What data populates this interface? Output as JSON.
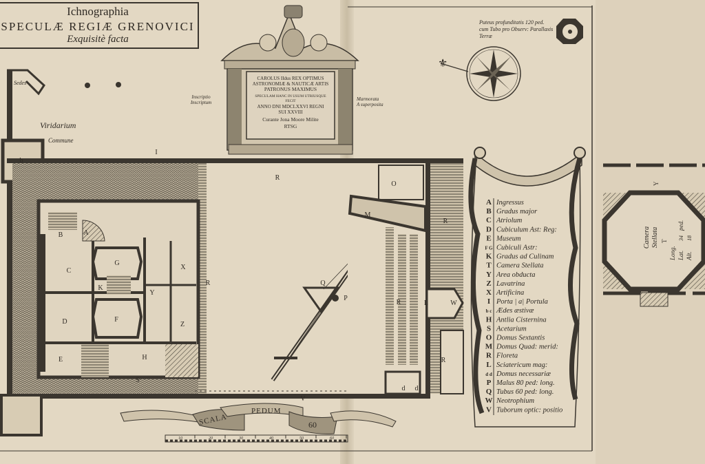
{
  "title": {
    "line1": "Ichnographia",
    "line2": "SPECULÆ REGIÆ GRENOVICI",
    "line3": "Exquisitè facta"
  },
  "inscription": {
    "lines": [
      "CAROLUS IIdus REX OPTIMUS",
      "ASTRONOMIÆ & NAUTICÆ ARTIS",
      "PATRONUS MAXIMUS",
      "SPECULAM HANC IN USUM UTRIUSQUE",
      "FECIT",
      "ANNO DNI MDCLXXVI REGNI",
      "SUI XXVIII",
      "Curante Jona Moore Milite",
      "RTSG"
    ],
    "left_note": [
      "Inscriptio",
      "Inscriptum"
    ],
    "right_note": [
      "Marmorata",
      "A superposita"
    ]
  },
  "well_note": [
    "Puteus profunditatis 120 ped.",
    "cum Tubo pro Observ: Parallaxis",
    "Terræ"
  ],
  "place_labels": {
    "sedes": "Sedes",
    "viridarium": "Viridarium",
    "commune": "Commune"
  },
  "plan_letters": [
    "b",
    "I",
    "R",
    "B",
    "A",
    "C",
    "G",
    "X",
    "K",
    "Y",
    "D",
    "F",
    "Z",
    "E",
    "H",
    "S",
    "R",
    "Q",
    "P",
    "V",
    "O",
    "M",
    "R",
    "R",
    "L",
    "W",
    "R",
    "d",
    "d"
  ],
  "legend": [
    {
      "key": "A",
      "text": "Ingressus"
    },
    {
      "key": "B",
      "text": "Gradus major"
    },
    {
      "key": "C",
      "text": "Atriolum"
    },
    {
      "key": "D",
      "text": "Cubiculum Ast: Reg:"
    },
    {
      "key": "E",
      "text": "Museum"
    },
    {
      "key": "F G",
      "text": "Cubiculi Astr:"
    },
    {
      "key": "K",
      "text": "Gradus ad Culinam"
    },
    {
      "key": "T",
      "text": "Camera Stellata"
    },
    {
      "key": "Y",
      "text": "Area obducta"
    },
    {
      "key": "Z",
      "text": "Lavatrina"
    },
    {
      "key": "X",
      "text": "Artificina"
    },
    {
      "key": "I",
      "text": "Porta  | a| Portula"
    },
    {
      "key": "b c",
      "text": "Ædes æstivæ"
    },
    {
      "key": "H",
      "text": "Antlia Cisternina"
    },
    {
      "key": "S",
      "text": "Acetarium"
    },
    {
      "key": "O",
      "text": "Domus Sextantis"
    },
    {
      "key": "M",
      "text": "Domus Quad: merid:"
    },
    {
      "key": "R",
      "text": "Floreta"
    },
    {
      "key": "L",
      "text": "Sciatericum mag:"
    },
    {
      "key": "d d",
      "text": "Domus necessariæ"
    },
    {
      "key": "P",
      "text": "Malus 80 ped: long."
    },
    {
      "key": "Q",
      "text": "Tubus 60 ped: long."
    },
    {
      "key": "W",
      "text": "Neotrophium"
    },
    {
      "key": "V",
      "text": "Tuborum optic: positio"
    }
  ],
  "camera": {
    "label1": "Camera",
    "label2": "Stellata",
    "letter_y": "Y",
    "letter_t": "T",
    "dims": [
      "Long.",
      "Lat.",
      "Alt."
    ],
    "dim_values": [
      "34",
      "18"
    ],
    "unit": "ped."
  },
  "scale": {
    "word1": "SCALA",
    "word2": "PEDUM",
    "max": "60",
    "ticks": [
      "10",
      "20",
      "30",
      "40",
      "50",
      "60"
    ]
  },
  "colors": {
    "paper": "#e3d8c3",
    "ink": "#3b362f"
  }
}
